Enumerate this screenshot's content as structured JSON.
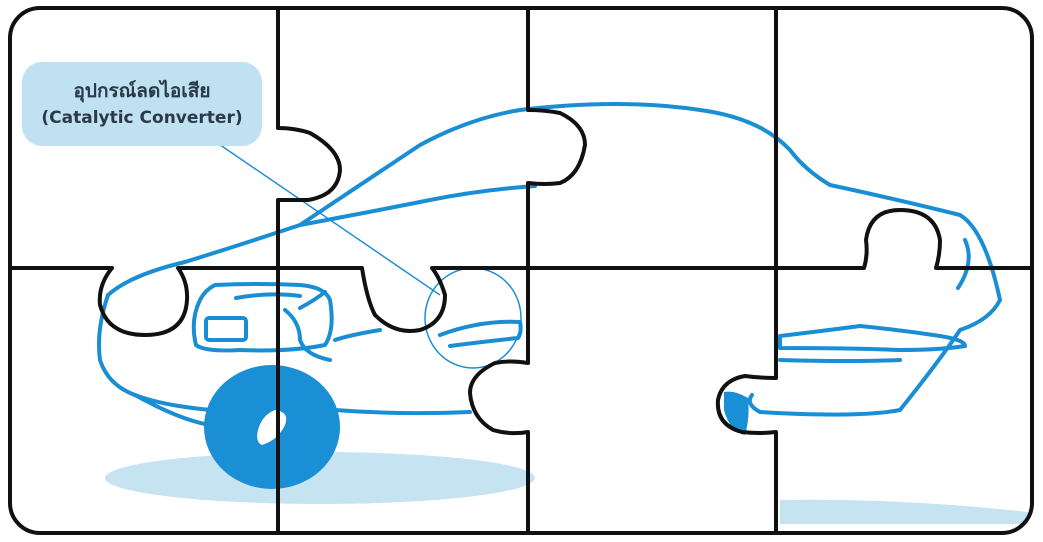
{
  "callout": {
    "thai_label": "อุปกรณ์ลดไอเสีย",
    "english_label": "(Catalytic Converter)"
  },
  "colors": {
    "car_line": "#1a8ed4",
    "wheel_fill": "#1a8fd6",
    "shadow": "#c6e3f2",
    "callout_bg": "#bfe1f1",
    "puzzle_border": "#111111"
  },
  "puzzle": {
    "rows": 2,
    "columns": 4
  }
}
